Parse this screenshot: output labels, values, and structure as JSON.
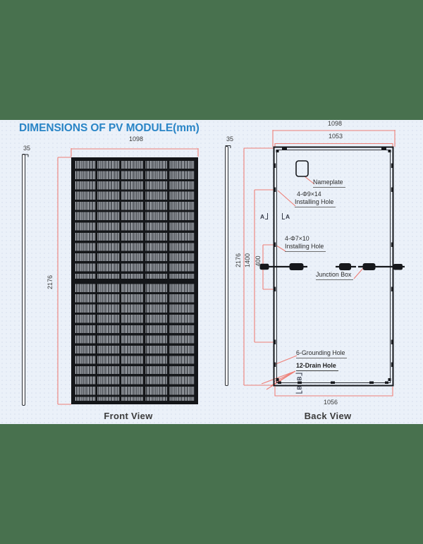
{
  "title": "DIMENSIONS OF PV MODULE(mm)",
  "front_view": {
    "caption": "Front View",
    "width_mm": "1098",
    "height_mm": "2176",
    "thickness_mm": "35"
  },
  "back_view": {
    "caption": "Back View",
    "overall_width_mm": "1098",
    "hole_width_mm": "1053",
    "height_mm": "2176",
    "mount_span_mm": "1400",
    "small_span_mm": "400",
    "bottom_width_mm": "1056",
    "thickness_mm": "35",
    "labels": {
      "nameplate": "Nameplate",
      "hole9_title": "4-Φ9×14",
      "hole9_sub": "Installing Hole",
      "hole7_title": "4-Φ7×10",
      "hole7_sub": "Installing Hole",
      "junction_box": "Junction Box",
      "grounding": "6-Grounding Hole",
      "drain": "12-Drain Hole",
      "section_a": "A",
      "section_b": "B"
    }
  },
  "colors": {
    "band_green": "#48714e",
    "canvas_blue": "#ebf1f9",
    "title_blue": "#2a85c6",
    "dimension_pink": "#ee8078",
    "ink": "#16181c"
  }
}
